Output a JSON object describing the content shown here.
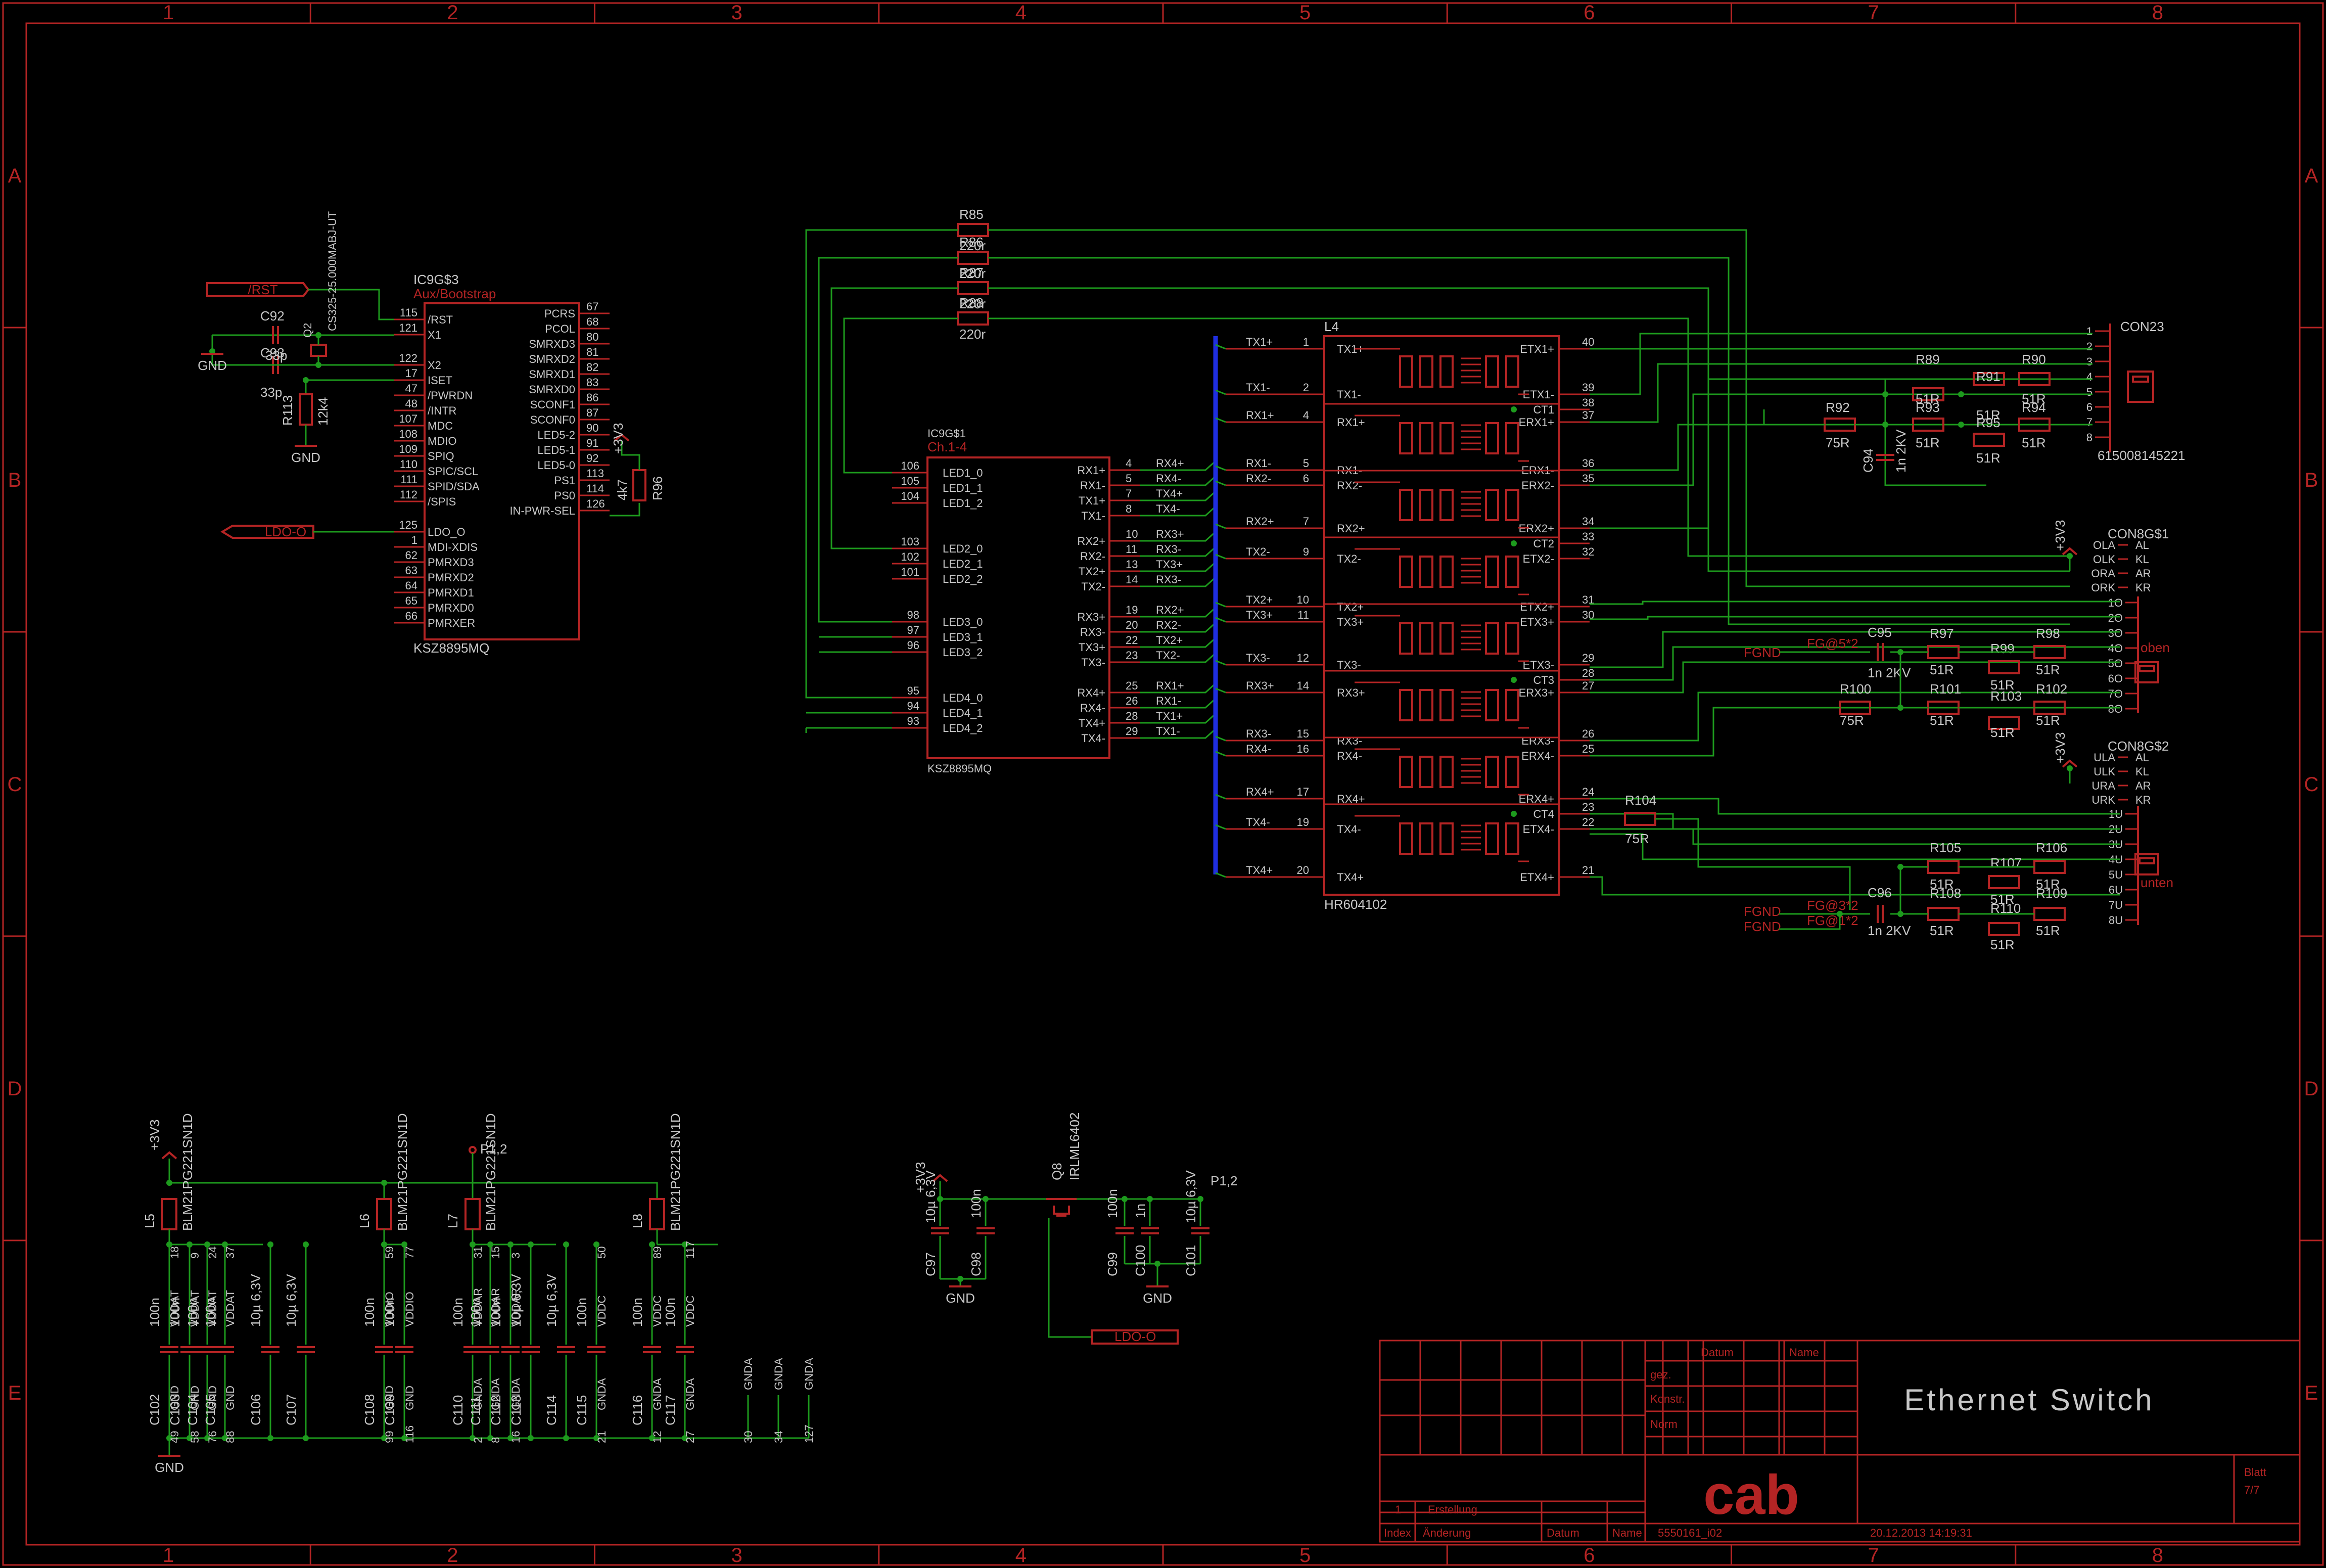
{
  "frame": {
    "columns": [
      "1",
      "2",
      "3",
      "4",
      "5",
      "6",
      "7",
      "8"
    ],
    "rows": [
      "A",
      "B",
      "C",
      "D",
      "E"
    ]
  },
  "ic_aux": {
    "ref": "IC9G$3",
    "gate": "Aux/Bootstrap",
    "part": "KSZ8895MQ",
    "left_pins": [
      {
        "num": "115",
        "name": "/RST"
      },
      {
        "num": "121",
        "name": "X1"
      },
      {
        "num": "122",
        "name": "X2"
      },
      {
        "num": "17",
        "name": "ISET"
      },
      {
        "num": "47",
        "name": "/PWRDN"
      },
      {
        "num": "48",
        "name": "/INTR"
      },
      {
        "num": "107",
        "name": "MDC"
      },
      {
        "num": "108",
        "name": "MDIO"
      },
      {
        "num": "109",
        "name": "SPIQ"
      },
      {
        "num": "110",
        "name": "SPIC/SCL"
      },
      {
        "num": "111",
        "name": "SPID/SDA"
      },
      {
        "num": "112",
        "name": "/SPIS"
      },
      {
        "num": "125",
        "name": "LDO_O"
      },
      {
        "num": "1",
        "name": "MDI-XDIS"
      },
      {
        "num": "62",
        "name": "PMRXD3"
      },
      {
        "num": "63",
        "name": "PMRXD2"
      },
      {
        "num": "64",
        "name": "PMRXD1"
      },
      {
        "num": "65",
        "name": "PMRXD0"
      },
      {
        "num": "66",
        "name": "PMRXER"
      }
    ],
    "right_pins": [
      {
        "num": "67",
        "name": "PCRS"
      },
      {
        "num": "68",
        "name": "PCOL"
      },
      {
        "num": "80",
        "name": "SMRXD3"
      },
      {
        "num": "81",
        "name": "SMRXD2"
      },
      {
        "num": "82",
        "name": "SMRXD1"
      },
      {
        "num": "83",
        "name": "SMRXD0"
      },
      {
        "num": "86",
        "name": "SCONF1"
      },
      {
        "num": "87",
        "name": "SCONF0"
      },
      {
        "num": "90",
        "name": "LED5-2"
      },
      {
        "num": "91",
        "name": "LED5-1"
      },
      {
        "num": "92",
        "name": "LED5-0"
      },
      {
        "num": "113",
        "name": "PS1"
      },
      {
        "num": "114",
        "name": "PS0"
      },
      {
        "num": "126",
        "name": "IN-PWR-SEL"
      }
    ]
  },
  "aux_parts": {
    "rst_label": "/RST",
    "ldo_label": "LDO-O",
    "c92": "C92",
    "c92_val": "33p",
    "c93": "C93",
    "c93_val": "33p",
    "q2": "Q2",
    "q2_val": "CS325-25.000MABJ-UT",
    "r113": "R113",
    "r113_val": "12k4",
    "r96": "R96",
    "r96_val": "4k7",
    "gnd1": "GND",
    "gnd2": "GND",
    "v3": "+3V3"
  },
  "ic_ch": {
    "ref": "IC9G$1",
    "gate": "Ch.1-4",
    "part": "KSZ8895MQ",
    "left_pins": [
      {
        "num": "106",
        "name": "LED1_0"
      },
      {
        "num": "105",
        "name": "LED1_1"
      },
      {
        "num": "104",
        "name": "LED1_2"
      },
      {
        "num": "103",
        "name": "LED2_0"
      },
      {
        "num": "102",
        "name": "LED2_1"
      },
      {
        "num": "101",
        "name": "LED2_2"
      },
      {
        "num": "98",
        "name": "LED3_0"
      },
      {
        "num": "97",
        "name": "LED3_1"
      },
      {
        "num": "96",
        "name": "LED3_2"
      },
      {
        "num": "95",
        "name": "LED4_0"
      },
      {
        "num": "94",
        "name": "LED4_1"
      },
      {
        "num": "93",
        "name": "LED4_2"
      }
    ],
    "right_pins": [
      {
        "num": "4",
        "name": "RX1+",
        "net": "RX4+"
      },
      {
        "num": "5",
        "name": "RX1-",
        "net": "RX4-"
      },
      {
        "num": "7",
        "name": "TX1+",
        "net": "TX4+"
      },
      {
        "num": "8",
        "name": "TX1-",
        "net": "TX4-"
      },
      {
        "num": "10",
        "name": "RX2+",
        "net": "RX3+"
      },
      {
        "num": "11",
        "name": "RX2-",
        "net": "RX3-"
      },
      {
        "num": "13",
        "name": "TX2+",
        "net": "TX3+"
      },
      {
        "num": "14",
        "name": "TX2-",
        "net": "RX3-"
      },
      {
        "num": "19",
        "name": "RX3+",
        "net": "RX2+"
      },
      {
        "num": "20",
        "name": "RX3-",
        "net": "RX2-"
      },
      {
        "num": "22",
        "name": "TX3+",
        "net": "TX2+"
      },
      {
        "num": "23",
        "name": "TX3-",
        "net": "TX2-"
      },
      {
        "num": "25",
        "name": "RX4+",
        "net": "RX1+"
      },
      {
        "num": "26",
        "name": "RX4-",
        "net": "RX1-"
      },
      {
        "num": "28",
        "name": "TX4+",
        "net": "TX1+"
      },
      {
        "num": "29",
        "name": "TX4-",
        "net": "TX1-"
      }
    ]
  },
  "led_resistors": [
    {
      "ref": "R85",
      "val": "220r"
    },
    {
      "ref": "R86",
      "val": "220r"
    },
    {
      "ref": "R87",
      "val": "220r"
    },
    {
      "ref": "R88",
      "val": "220r"
    }
  ],
  "magnetics": {
    "ref": "L4",
    "part": "HR604102",
    "left_pins": [
      {
        "net": "TX1+",
        "num": "1",
        "name": "TX1+"
      },
      {
        "net": "TX1-",
        "num": "2",
        "name": "TX1-"
      },
      {
        "net": "RX1+",
        "num": "4",
        "name": "RX1+"
      },
      {
        "net": "RX1-",
        "num": "5",
        "name": "RX1-"
      },
      {
        "net": "RX2-",
        "num": "6",
        "name": "RX2-"
      },
      {
        "net": "RX2+",
        "num": "7",
        "name": "RX2+"
      },
      {
        "net": "TX2-",
        "num": "9",
        "name": "TX2-"
      },
      {
        "net": "TX2+",
        "num": "10",
        "name": "TX2+"
      },
      {
        "net": "TX3+",
        "num": "11",
        "name": "TX3+"
      },
      {
        "net": "TX3-",
        "num": "12",
        "name": "TX3-"
      },
      {
        "net": "RX3+",
        "num": "14",
        "name": "RX3+"
      },
      {
        "net": "RX3-",
        "num": "15",
        "name": "RX3-"
      },
      {
        "net": "RX4-",
        "num": "16",
        "name": "RX4-"
      },
      {
        "net": "RX4+",
        "num": "17",
        "name": "RX4+"
      },
      {
        "net": "TX4-",
        "num": "19",
        "name": "TX4-"
      },
      {
        "net": "TX4+",
        "num": "20",
        "name": "TX4+"
      }
    ],
    "right_pins": [
      {
        "num": "40",
        "name": "ETX1+"
      },
      {
        "num": "39",
        "name": "ETX1-"
      },
      {
        "num": "38",
        "name": "CT1"
      },
      {
        "num": "37",
        "name": "ERX1+"
      },
      {
        "num": "36",
        "name": "ERX1-"
      },
      {
        "num": "35",
        "name": "ERX2-"
      },
      {
        "num": "34",
        "name": "ERX2+"
      },
      {
        "num": "33",
        "name": "CT2"
      },
      {
        "num": "32",
        "name": "ETX2-"
      },
      {
        "num": "31",
        "name": "ETX2+"
      },
      {
        "num": "30",
        "name": "ETX3+"
      },
      {
        "num": "29",
        "name": "ETX3-"
      },
      {
        "num": "28",
        "name": "CT3"
      },
      {
        "num": "27",
        "name": "ERX3+"
      },
      {
        "num": "26",
        "name": "ERX3-"
      },
      {
        "num": "25",
        "name": "ERX4-"
      },
      {
        "num": "24",
        "name": "ERX4+"
      },
      {
        "num": "23",
        "name": "CT4"
      },
      {
        "num": "22",
        "name": "ETX4-"
      },
      {
        "num": "21",
        "name": "ETX4+"
      }
    ]
  },
  "con23": {
    "ref": "CON23",
    "part": "615008145221",
    "pins": [
      "1",
      "2",
      "3",
      "4",
      "5",
      "6",
      "7",
      "8"
    ]
  },
  "con8_1": {
    "ref": "CON8G$1",
    "tag": "oben",
    "top_pins": [
      "OLA",
      "OLK",
      "ORA",
      "ORK"
    ],
    "top_labels": [
      "AL",
      "KL",
      "AR",
      "KR"
    ],
    "pins": [
      "1O",
      "2O",
      "3O",
      "4O",
      "5O",
      "6O",
      "7O",
      "8O"
    ]
  },
  "con8_2": {
    "ref": "CON8G$2",
    "tag": "unten",
    "top_pins": [
      "ULA",
      "ULK",
      "URA",
      "URK"
    ],
    "top_labels": [
      "AL",
      "KL",
      "AR",
      "KR"
    ],
    "pins": [
      "1U",
      "2U",
      "3U",
      "4U",
      "5U",
      "6U",
      "7U",
      "8U"
    ]
  },
  "term1": {
    "r89": "R89",
    "r89_val": "51R",
    "r90": "R90",
    "r90_val": "51R",
    "r91": "R91",
    "r91_val": "51R",
    "r92": "R92",
    "r92_val": "75R",
    "r93": "R93",
    "r93_val": "51R",
    "r94": "R94",
    "r94_val": "51R",
    "r95": "R95",
    "r95_val": "51R",
    "c94": "C94",
    "c94_val": "1n 2KV"
  },
  "term2": {
    "fgnd": "FGND",
    "fg": "FG@5*2",
    "c95": "C95",
    "c95_val": "1n 2KV",
    "r97": "R97",
    "r97_val": "51R",
    "r98": "R98",
    "r98_val": "51R",
    "r99": "R99",
    "r99_val": "51R",
    "r100": "R100",
    "r100_val": "75R",
    "r101": "R101",
    "r101_val": "51R",
    "r102": "R102",
    "r102_val": "51R",
    "r103": "R103",
    "r103_val": "51R"
  },
  "term3": {
    "r104": "R104",
    "r104_val": "75R",
    "r105": "R105",
    "r105_val": "51R",
    "r106": "R106",
    "r106_val": "51R",
    "r107": "R107",
    "r107_val": "51R",
    "r108": "R108",
    "r108_val": "51R",
    "r109": "R109",
    "r109_val": "51R",
    "r110": "R110",
    "r110_val": "51R",
    "c96": "C96",
    "c96_val": "1n 2KV",
    "fgnd_a": "FGND",
    "fg_a": "FG@3*2",
    "fgnd_b": "FGND",
    "fg_b": "FG@1*2",
    "v3_1": "+3V3",
    "v3_2": "+3V3"
  },
  "power": {
    "ferrites": [
      {
        "ref": "L5",
        "val": "BLM21PG221SN1D"
      },
      {
        "ref": "L6",
        "val": "BLM21PG221SN1D"
      },
      {
        "ref": "L7",
        "val": "BLM21PG221SN1D"
      },
      {
        "ref": "L8",
        "val": "BLM21PG221SN1D"
      }
    ],
    "caps": [
      {
        "ref": "C102",
        "val": "100n",
        "net": "VDDAT",
        "pin": "18",
        "gnd": "GND",
        "gpin": "49"
      },
      {
        "ref": "C103",
        "val": "100n",
        "net": "VDDAT",
        "pin": "9",
        "gnd": "GND",
        "gpin": "58"
      },
      {
        "ref": "C104",
        "val": "100n",
        "net": "VDDAT",
        "pin": "24",
        "gnd": "GND",
        "gpin": "76"
      },
      {
        "ref": "C105",
        "val": "100n",
        "net": "VDDAT",
        "pin": "37",
        "gnd": "GND",
        "gpin": "88"
      },
      {
        "ref": "C106",
        "val": "10µ 6,3V",
        "net": "",
        "pin": "",
        "gnd": "",
        "gpin": ""
      },
      {
        "ref": "C107",
        "val": "10µ 6,3V",
        "net": "",
        "pin": "",
        "gnd": "",
        "gpin": ""
      },
      {
        "ref": "C108",
        "val": "100n",
        "net": "VDDIO",
        "pin": "59",
        "gnd": "GND",
        "gpin": "99"
      },
      {
        "ref": "C109",
        "val": "100n",
        "net": "VDDIO",
        "pin": "77",
        "gnd": "GND",
        "gpin": "116"
      },
      {
        "ref": "C110",
        "val": "100n",
        "net": "VDDAR",
        "pin": "31",
        "gnd": "GNDA",
        "gpin": "2"
      },
      {
        "ref": "C111",
        "val": "100n",
        "net": "VDDAR",
        "pin": "15",
        "gnd": "GNDA",
        "gpin": "8"
      },
      {
        "ref": "C112",
        "val": "100n",
        "net": "VDDAR",
        "pin": "3",
        "gnd": "GNDA",
        "gpin": "16"
      },
      {
        "ref": "C113",
        "val": "10µ 6,3V",
        "net": "",
        "pin": "",
        "gnd": "",
        "gpin": ""
      },
      {
        "ref": "C114",
        "val": "10µ 6,3V",
        "net": "",
        "pin": "",
        "gnd": "",
        "gpin": ""
      },
      {
        "ref": "C115",
        "val": "100n",
        "net": "VDDC",
        "pin": "50",
        "gnd": "GNDA",
        "gpin": "21"
      },
      {
        "ref": "C116",
        "val": "100n",
        "net": "VDDC",
        "pin": "89",
        "gnd": "GNDA",
        "gpin": "12"
      },
      {
        "ref": "C117",
        "val": "100n",
        "net": "VDDC",
        "pin": "117",
        "gnd": "GNDA",
        "gpin": "27"
      }
    ],
    "extra_gnd": [
      {
        "net": "GNDA",
        "pin": "30"
      },
      {
        "net": "GNDA",
        "pin": "34"
      },
      {
        "net": "GNDA",
        "pin": "127"
      }
    ],
    "gnd": "GND",
    "v3": "+3V3",
    "p12": "P1,2"
  },
  "ldo": {
    "q": "Q8",
    "q_val": "IRLML6402",
    "c97": "C97",
    "c97_val": "10µ 6,3V",
    "c98": "C98",
    "c98_val": "100n",
    "c99": "C99",
    "c99_val": "100n",
    "c100": "C100",
    "c100_val": "1n",
    "c101": "C101",
    "c101_val": "10µ 6,3V",
    "v3": "+3V3",
    "p12": "P1,2",
    "gnd1": "GND",
    "gnd2": "GND",
    "ldo": "LDO-O"
  },
  "title_block": {
    "title": "Ethernet Switch",
    "h_datum": "Datum",
    "h_name": "Name",
    "r_gez": "gez.",
    "r_konstr": "Konstr.",
    "r_norm": "Norm",
    "logo": "cab",
    "index_val": "1",
    "index_desc": "Erstellung",
    "f_index": "Index",
    "f_aenderung": "Änderung",
    "f_datum": "Datum",
    "f_name": "Name",
    "docno": "5550161_i02",
    "timestamp": "20.12.2013 14:19:31",
    "sheet_label": "Blatt",
    "sheet": "7/7"
  }
}
